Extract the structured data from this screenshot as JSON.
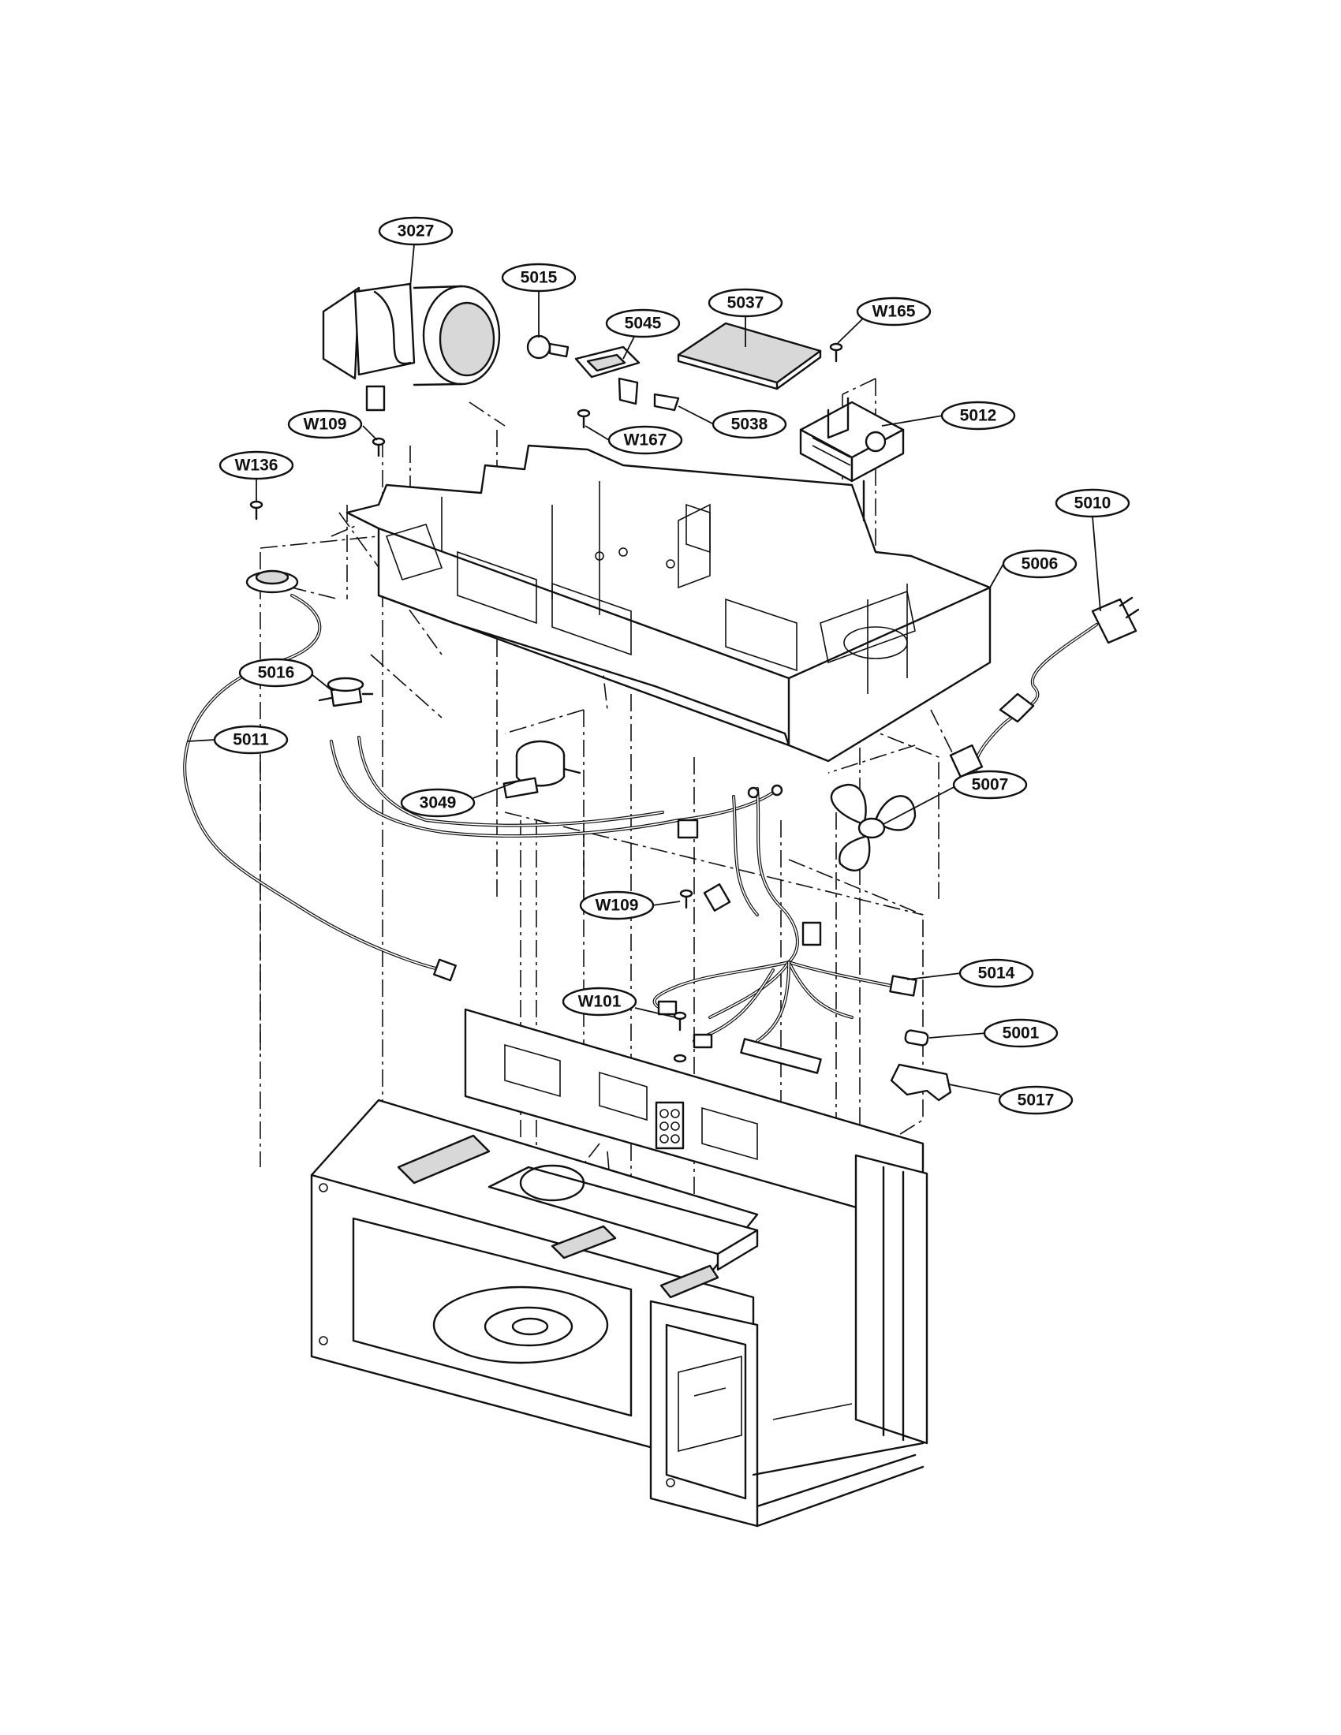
{
  "callouts": [
    {
      "id": "3027",
      "label": "3027"
    },
    {
      "id": "5015",
      "label": "5015"
    },
    {
      "id": "5045",
      "label": "5045"
    },
    {
      "id": "5037",
      "label": "5037"
    },
    {
      "id": "W165",
      "label": "W165"
    },
    {
      "id": "5012",
      "label": "5012"
    },
    {
      "id": "5038",
      "label": "5038"
    },
    {
      "id": "W167",
      "label": "W167"
    },
    {
      "id": "W109a",
      "label": "W109"
    },
    {
      "id": "W136",
      "label": "W136"
    },
    {
      "id": "5010",
      "label": "5010"
    },
    {
      "id": "5006",
      "label": "5006"
    },
    {
      "id": "5016",
      "label": "5016"
    },
    {
      "id": "5011",
      "label": "5011"
    },
    {
      "id": "3049",
      "label": "3049"
    },
    {
      "id": "5007",
      "label": "5007"
    },
    {
      "id": "W109b",
      "label": "W109"
    },
    {
      "id": "5014",
      "label": "5014"
    },
    {
      "id": "W101",
      "label": "W101"
    },
    {
      "id": "5001",
      "label": "5001"
    },
    {
      "id": "5017",
      "label": "5017"
    }
  ]
}
